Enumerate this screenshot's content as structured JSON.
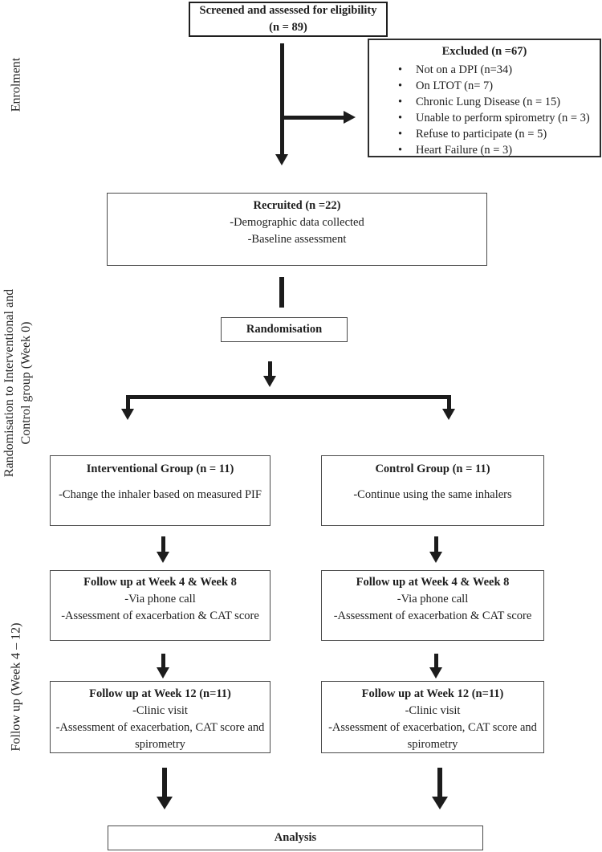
{
  "page": {
    "background": "#ffffff",
    "ink": "#1d1d1d",
    "box_border": "#4a4a4a",
    "arrow_color": "#1c1c1c"
  },
  "side_labels": {
    "enrolment": "Enrolment",
    "randomisation_line1": "Randomisation to Interventional and",
    "randomisation_line2": "Control group (Week 0)",
    "follow_up": "Follow up (Week 4 – 12)"
  },
  "boxes": {
    "screened": {
      "title": "Screened and assessed for eligibility",
      "subtitle": "(n = 89)"
    },
    "excluded": {
      "title": "Excluded (n =67)",
      "bullet": "•",
      "items": [
        "Not on a DPI (n=34)",
        "On LTOT (n= 7)",
        "Chronic Lung Disease (n = 15)",
        "Unable to perform spirometry (n = 3)",
        "Refuse to participate (n = 5)",
        "Heart Failure (n = 3)"
      ]
    },
    "recruited": {
      "title": "Recruited (n =22)",
      "lines": [
        "-Demographic data collected",
        "-Baseline assessment"
      ]
    },
    "randomisation": {
      "title": "Randomisation"
    },
    "interventional": {
      "title": "Interventional Group (n = 11)",
      "body": "-Change the inhaler based on measured PIF"
    },
    "control": {
      "title": "Control Group (n = 11)",
      "body": "-Continue using the same inhalers"
    },
    "followup_week4_8": {
      "title": "Follow up at Week 4 & Week 8",
      "lines": [
        "-Via phone call",
        "-Assessment of exacerbation & CAT score"
      ]
    },
    "followup_week12": {
      "title": "Follow up at Week 12 (n=11)",
      "lines": [
        "-Clinic visit",
        "-Assessment of exacerbation, CAT score and spirometry"
      ]
    },
    "analysis": {
      "title": "Analysis"
    }
  }
}
